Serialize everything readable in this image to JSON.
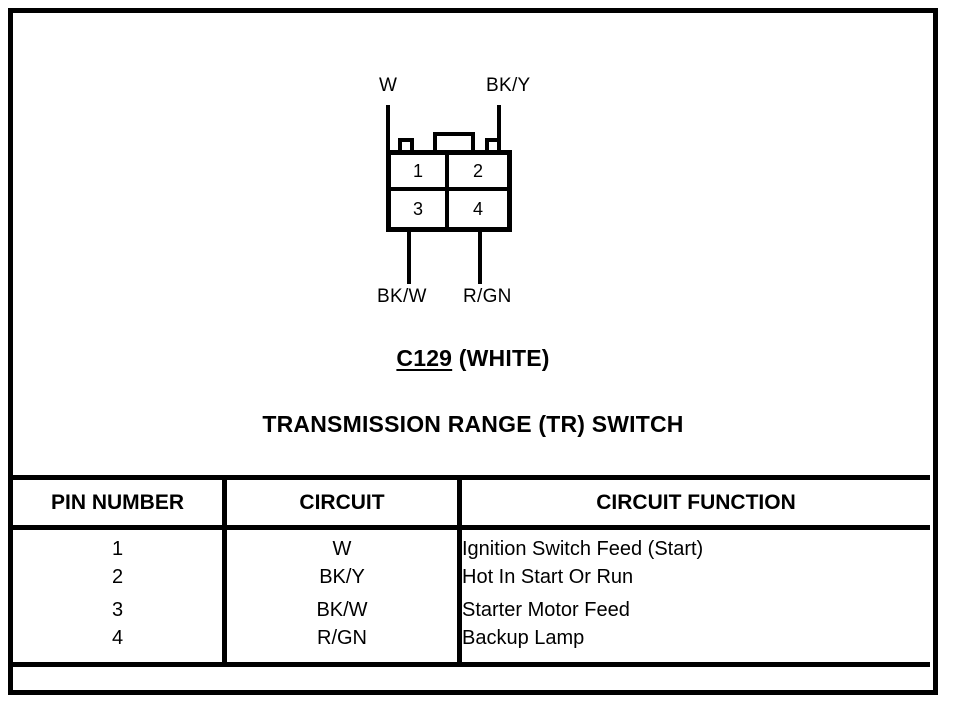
{
  "diagram": {
    "connector_id": "C129",
    "connector_color": "(WHITE)",
    "device_name": "TRANSMISSION RANGE (TR) SWITCH",
    "pins": [
      {
        "number": "1"
      },
      {
        "number": "2"
      },
      {
        "number": "3"
      },
      {
        "number": "4"
      }
    ],
    "wire_labels": {
      "top_left": "W",
      "top_right": "BK/Y",
      "bottom_left": "BK/W",
      "bottom_right": "R/GN"
    }
  },
  "table": {
    "headers": [
      "PIN NUMBER",
      "CIRCUIT",
      "CIRCUIT FUNCTION"
    ],
    "rows": [
      {
        "pin": "1",
        "circuit": "W",
        "function": "Ignition Switch Feed (Start)"
      },
      {
        "pin": "2",
        "circuit": "BK/Y",
        "function": "Hot In Start Or Run"
      },
      {
        "pin": "3",
        "circuit": "BK/W",
        "function": "Starter Motor Feed"
      },
      {
        "pin": "4",
        "circuit": "R/GN",
        "function": "Backup Lamp"
      }
    ]
  },
  "colors": {
    "ink": "#000000",
    "paper": "#ffffff"
  }
}
